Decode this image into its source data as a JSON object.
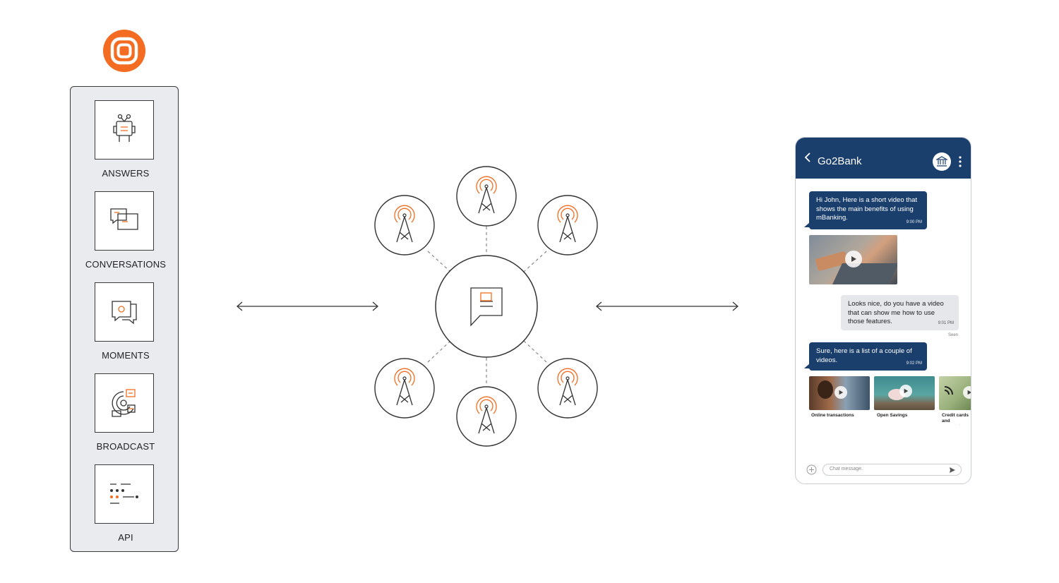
{
  "logo": {
    "icon": "concentric-rounded-square-logo",
    "color": "#f36c21"
  },
  "products": [
    {
      "label": "ANSWERS",
      "icon": "robot-icon"
    },
    {
      "label": "CONVERSATIONS",
      "icon": "chat-bubbles-icon"
    },
    {
      "label": "MOMENTS",
      "icon": "moments-icon"
    },
    {
      "label": "BROADCAST",
      "icon": "broadcast-icon"
    },
    {
      "label": "API",
      "icon": "api-icon"
    }
  ],
  "hub": {
    "center_icon": "message-document-icon",
    "node_icon": "antenna-tower-icon",
    "node_count": 6
  },
  "colors": {
    "accent": "#f36c21",
    "navy": "#1b3f6c",
    "stroke": "#333333",
    "panel": "#e9ebee"
  },
  "phone": {
    "title": "Go2Bank",
    "messages": [
      {
        "dir": "in",
        "text": "Hi John, Here is a short video that shows the main benefits of using mBanking.",
        "time": "9:00 PM"
      },
      {
        "dir": "out",
        "text": "Looks nice, do you have a video that can show me how to use those features.",
        "time": "9:01 PM"
      },
      {
        "dir": "in",
        "text": "Sure, here is a list of a couple of videos.",
        "time": "9:02 PM"
      }
    ],
    "seen": "Seen",
    "videos": [
      "Online transactions",
      "Open Savings",
      "Credit cards and payments"
    ],
    "input_placeholder": "Chat message."
  }
}
